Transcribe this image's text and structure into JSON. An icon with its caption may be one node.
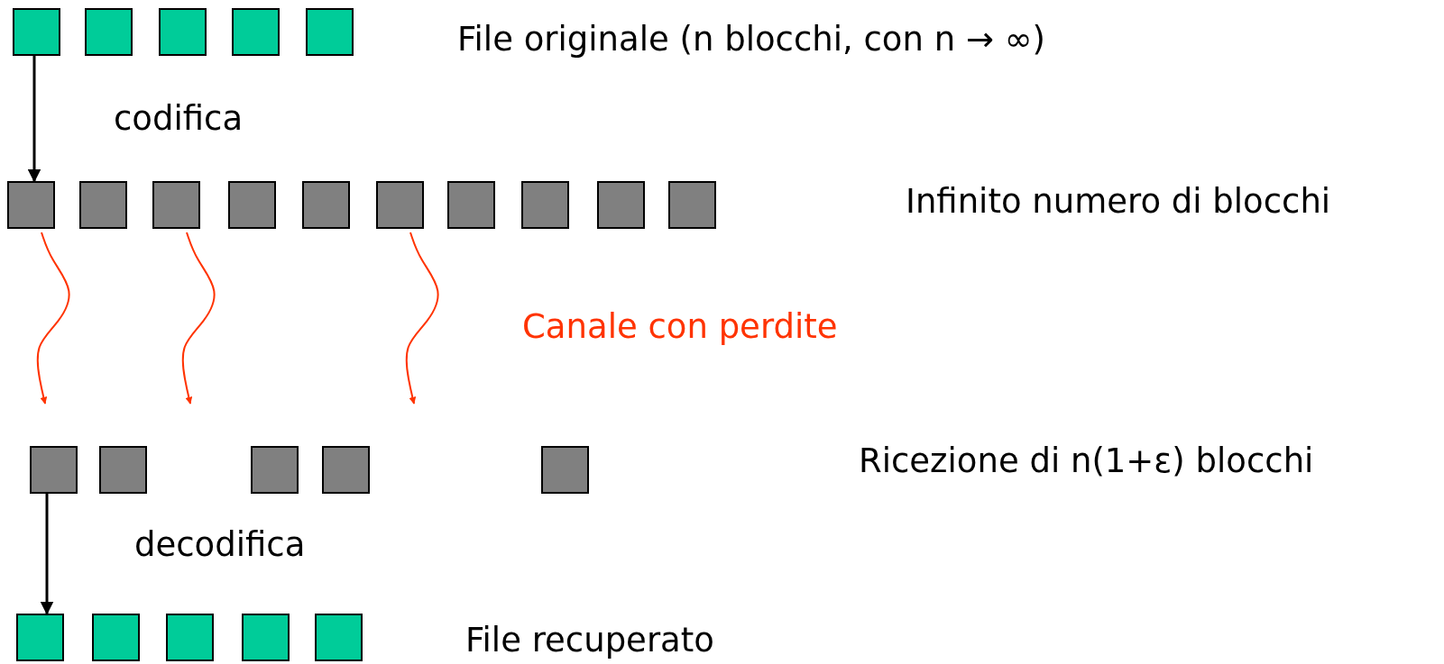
{
  "diagram": {
    "nodes": [
      {
        "text": [],
        "shape": "box"
      },
      {
        "text": [],
        "shape": "box"
      },
      {
        "text": [],
        "shape": "box"
      },
      {
        "text": [],
        "shape": "box"
      },
      {
        "text": [],
        "shape": "box"
      },
      {
        "text": [],
        "shape": "box"
      },
      {
        "text": [],
        "shape": "box"
      },
      {
        "text": [],
        "shape": "box"
      },
      {
        "text": [],
        "shape": "box"
      },
      {
        "text": [],
        "shape": "box"
      },
      {
        "text": [],
        "shape": "box"
      },
      {
        "text": [],
        "shape": "box"
      },
      {
        "text": [],
        "shape": "box"
      },
      {
        "text": [],
        "shape": "box"
      },
      {
        "text": [],
        "shape": "box"
      },
      {
        "text": [],
        "shape": "box"
      },
      {
        "text": [],
        "shape": "box"
      },
      {
        "text": [],
        "shape": "box"
      },
      {
        "text": [],
        "shape": "box"
      },
      {
        "text": [],
        "shape": "box"
      },
      {
        "text": [],
        "shape": "box"
      },
      {
        "text": [],
        "shape": "box"
      },
      {
        "text": [],
        "shape": "box"
      },
      {
        "text": [],
        "shape": "box"
      },
      {
        "text": [],
        "shape": "box"
      }
    ],
    "edges": [
      {
        "from": 0,
        "to": 5,
        "arrow": "to",
        "color": "#000000"
      },
      {
        "from": 5,
        "to": null,
        "arrow": "to",
        "color": "#ff3300"
      },
      {
        "from": 7,
        "to": null,
        "arrow": "to",
        "color": "#ff3300"
      },
      {
        "from": 10,
        "to": null,
        "arrow": "to",
        "color": "#ff3300"
      },
      {
        "from": 15,
        "to": 20,
        "arrow": "to",
        "color": "#000000"
      }
    ],
    "labels": [
      "File originale (n blocchi, con n → ∞)",
      "codifica",
      "Infinito numero di blocchi",
      "Canale con perdite",
      "Ricezione di n(1+ε) blocchi",
      "decodifica",
      "File recuperato"
    ]
  }
}
